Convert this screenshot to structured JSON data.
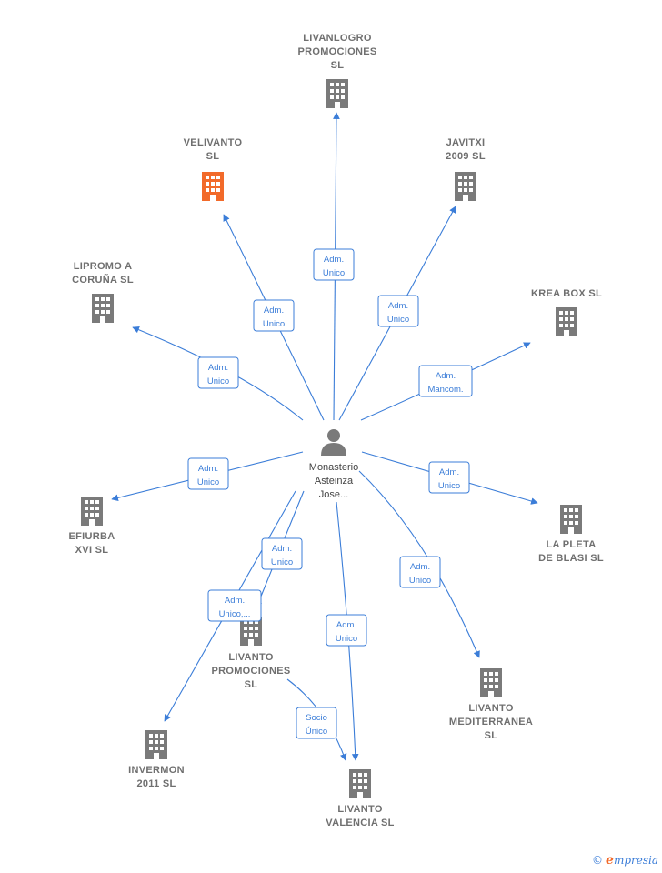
{
  "center": {
    "name_lines": [
      "Monasterio",
      "Asteinza",
      "Jose..."
    ]
  },
  "companies": [
    {
      "id": "livanlogro",
      "lines": [
        "LIVANLOGRO",
        "PROMOCIONES",
        "SL"
      ],
      "highlight": false
    },
    {
      "id": "velivanto",
      "lines": [
        "VELIVANTO",
        "SL"
      ],
      "highlight": true
    },
    {
      "id": "javitxi",
      "lines": [
        "JAVITXI",
        "2009 SL"
      ],
      "highlight": false
    },
    {
      "id": "lipromo",
      "lines": [
        "LIPROMO A",
        "CORUÑA  SL"
      ],
      "highlight": false
    },
    {
      "id": "kreabox",
      "lines": [
        "KREA BOX  SL"
      ],
      "highlight": false
    },
    {
      "id": "efiurba",
      "lines": [
        "EFIURBA",
        "XVI  SL"
      ],
      "highlight": false
    },
    {
      "id": "lapleta",
      "lines": [
        "LA PLETA",
        "DE BLASI  SL"
      ],
      "highlight": false
    },
    {
      "id": "livantopromo",
      "lines": [
        "LIVANTO",
        "PROMOCIONES",
        "SL"
      ],
      "highlight": false
    },
    {
      "id": "livantomed",
      "lines": [
        "LIVANTO",
        "MEDITERRANEA",
        "SL"
      ],
      "highlight": false
    },
    {
      "id": "invermon",
      "lines": [
        "INVERMON",
        "2011 SL"
      ],
      "highlight": false
    },
    {
      "id": "livantoval",
      "lines": [
        "LIVANTO",
        "VALENCIA  SL"
      ],
      "highlight": false
    }
  ],
  "roles": [
    {
      "target": "livanlogro",
      "lines": [
        "Adm.",
        "Unico"
      ]
    },
    {
      "target": "velivanto",
      "lines": [
        "Adm.",
        "Unico"
      ]
    },
    {
      "target": "javitxi",
      "lines": [
        "Adm.",
        "Unico"
      ]
    },
    {
      "target": "lipromo",
      "lines": [
        "Adm.",
        "Unico"
      ]
    },
    {
      "target": "kreabox",
      "lines": [
        "Adm.",
        "Mancom."
      ]
    },
    {
      "target": "efiurba",
      "lines": [
        "Adm.",
        "Unico"
      ]
    },
    {
      "target": "lapleta",
      "lines": [
        "Adm.",
        "Unico"
      ]
    },
    {
      "target": "livantopromo",
      "lines": [
        "Adm.",
        "Unico"
      ]
    },
    {
      "target": "livantomed",
      "lines": [
        "Adm.",
        "Unico"
      ]
    },
    {
      "target": "invermon",
      "lines": [
        "Adm.",
        "Unico,..."
      ]
    },
    {
      "target": "livantoval",
      "lines": [
        "Adm.",
        "Unico"
      ]
    },
    {
      "target": "livantoval_from_promo",
      "lines": [
        "Socio",
        "Único"
      ]
    }
  ],
  "colors": {
    "edge": "#3b7dd8",
    "building": "#7a7a7a",
    "building_highlight": "#f26a2a",
    "person": "#7a7a7a"
  },
  "footer": {
    "copyright_symbol": "©",
    "brand_initial": "e",
    "brand_rest": "mpresia"
  }
}
